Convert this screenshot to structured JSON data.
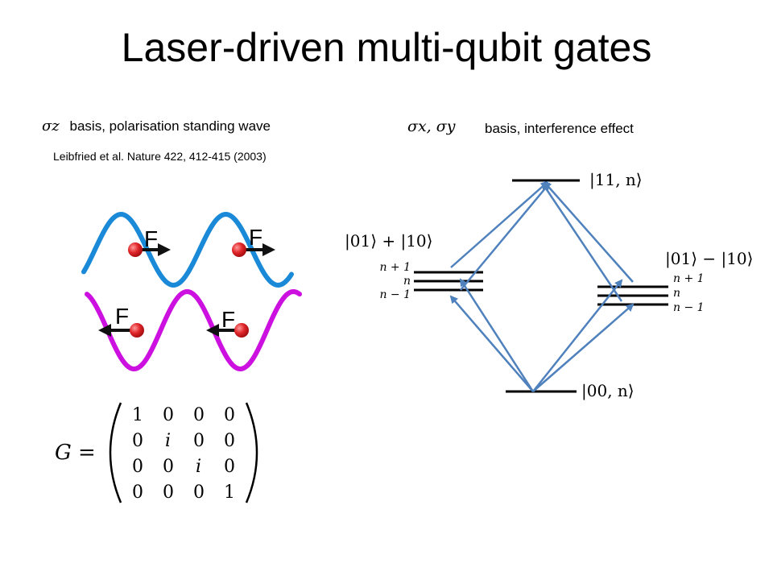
{
  "title": "Laser-driven multi-qubit gates",
  "left_panel": {
    "basis_symbol": "σz",
    "basis_text": "basis, polarisation standing wave",
    "citation": "Leibfried et al. Nature 422, 412-415 (2003)",
    "force_labels": [
      "F",
      "F",
      "F",
      "F"
    ],
    "matrix_label": "G =",
    "matrix": [
      [
        "1",
        "0",
        "0",
        "0"
      ],
      [
        "0",
        "i",
        "0",
        "0"
      ],
      [
        "0",
        "0",
        "i",
        "0"
      ],
      [
        "0",
        "0",
        "0",
        "1"
      ]
    ],
    "colors": {
      "upper_wave": "#1a8ad8",
      "lower_wave": "#cc10e0",
      "ion": "#e0262a"
    }
  },
  "right_panel": {
    "basis_symbol": "σx, σy",
    "basis_text": "basis, interference effect",
    "top_state": "|11, n⟩",
    "bottom_state": "|00, n⟩",
    "left_state": "|01⟩ + |10⟩",
    "right_state": "|01⟩ − |10⟩",
    "left_sublevels": [
      "n + 1",
      "n",
      "n − 1"
    ],
    "right_sublevels": [
      "n + 1",
      "n",
      "n − 1"
    ],
    "colors": {
      "arrow": "#4f81bd"
    }
  }
}
